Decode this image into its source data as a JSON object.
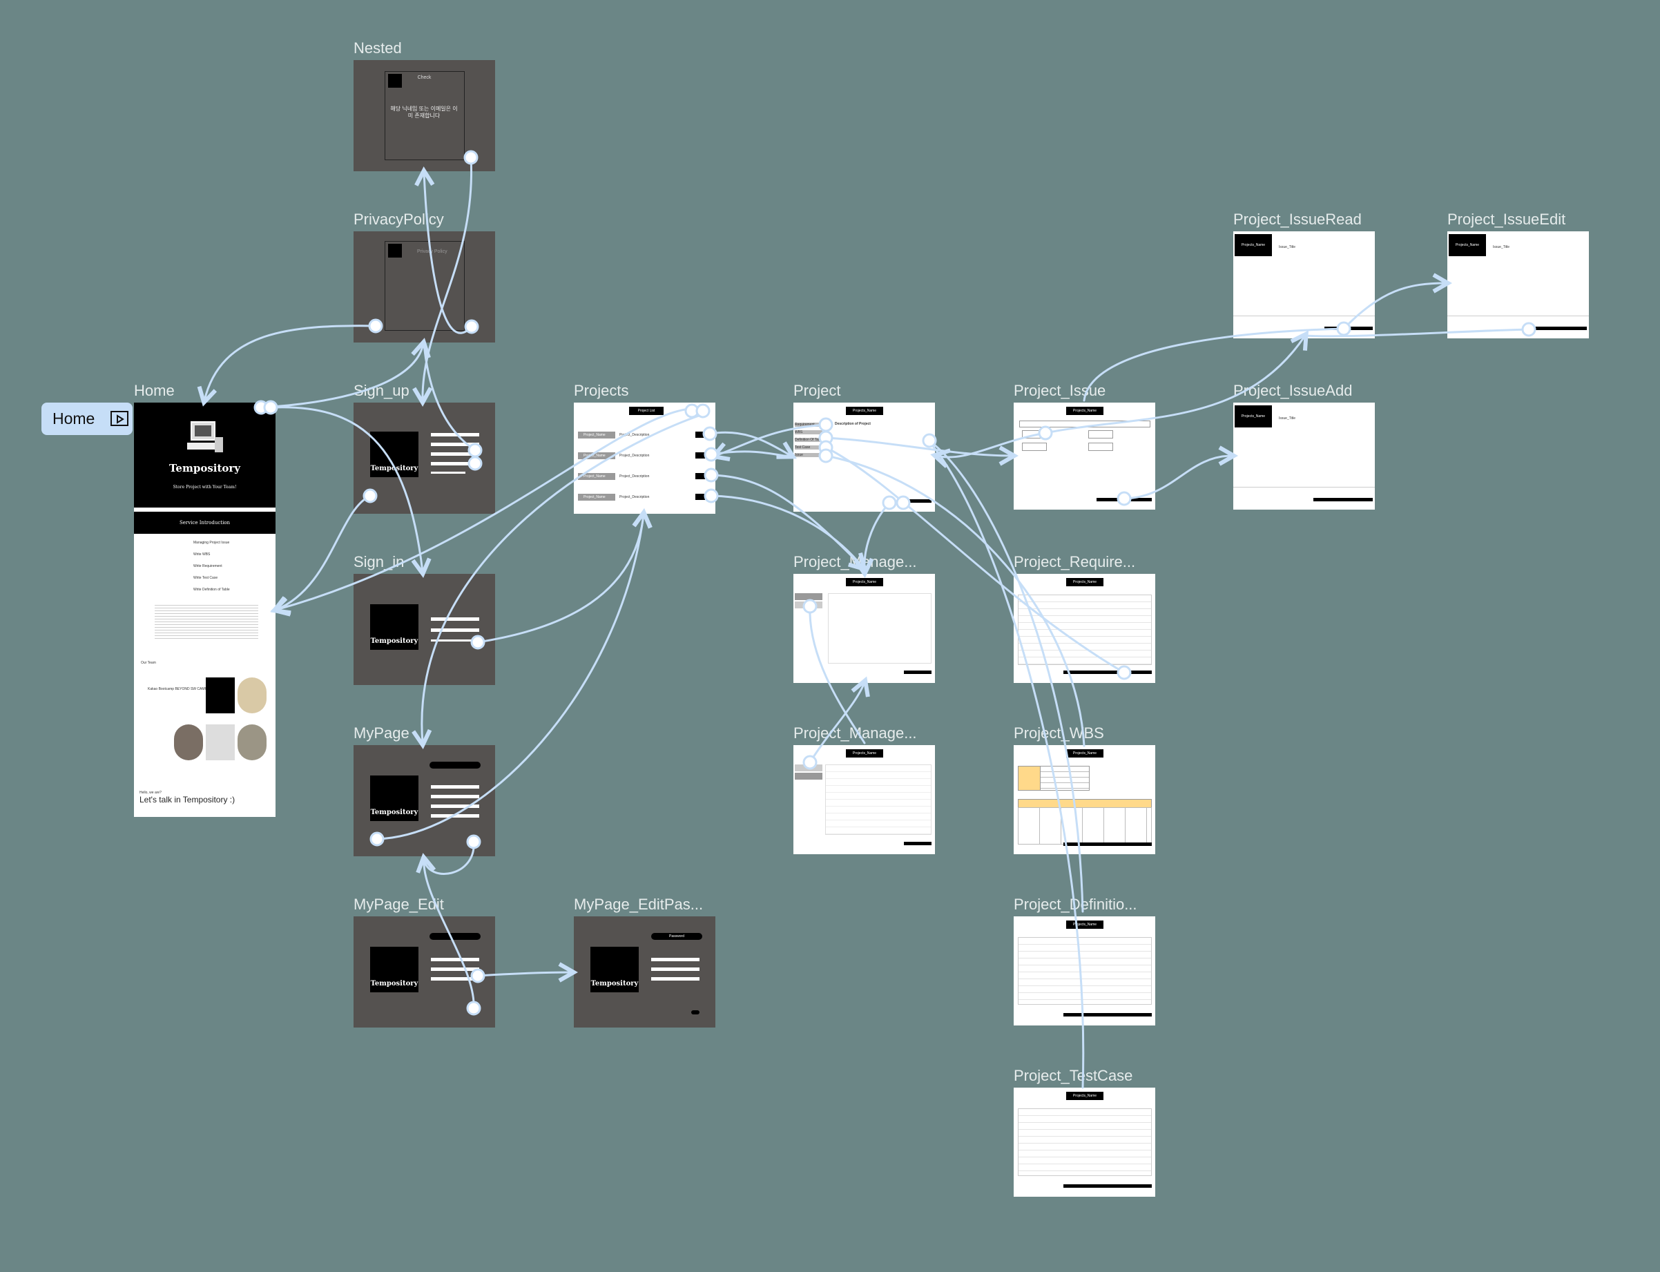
{
  "start_badge": {
    "label": "Home",
    "icon": "play-frame-icon"
  },
  "frames": {
    "home": "Home",
    "nested": "Nested",
    "privacy": "PrivacyPolicy",
    "sign_up": "Sign_up",
    "sign_in": "Sign_in",
    "mypage": "MyPage",
    "mypage_edit": "MyPage_Edit",
    "mypage_editpass": "MyPage_EditPas...",
    "projects": "Projects",
    "project": "Project",
    "project_manage1": "Project_Manage...",
    "project_manage2": "Project_Manage...",
    "project_issue": "Project_Issue",
    "project_require": "Project_Require...",
    "project_wbs": "Project_WBS",
    "project_definition": "Project_Definitio...",
    "project_testcase": "Project_TestCase",
    "project_issueread": "Project_IssueRead",
    "project_issueedit": "Project_IssueEdit",
    "project_issueadd": "Project_IssueAdd"
  },
  "home_content": {
    "brand": "Tempository",
    "tagline": "Store Project with Your Team!",
    "section": "Service Introduction",
    "features": [
      "Managing Project Issue",
      "Write WBS",
      "Write Requirement",
      "Write Test Case",
      "Write Definition of Table"
    ],
    "team_title": "Our Team",
    "team_desc": "Kakao Bootcamp BEYOND SW CAMP",
    "footer_small": "Hello, we are?",
    "footer_big": "Let's talk in Tempository :)"
  },
  "nested_content": {
    "title": "Check",
    "message": "해당 닉네임 또는 이메일은 이미 존재합니다"
  },
  "privacy_content": {
    "title": "Privacy Policy"
  },
  "brand_small": "Tempository",
  "projects_content": {
    "header": "Project List",
    "rows": [
      "Project_Name",
      "Project_Name",
      "Project_Name",
      "Project_Name"
    ],
    "row_descs": [
      "Project_Description",
      "Project_Description",
      "Project_Description",
      "Project_Description"
    ]
  },
  "project_header": "Projects_Name",
  "project_menu": [
    "Requirement",
    "WBS",
    "Definition Of Table",
    "Test Case",
    "Issue"
  ],
  "project_desc_title": "Description of Project",
  "mypage_editpass_header": "Password",
  "issue_content": {
    "title": "Issue_Title"
  },
  "colors": {
    "canvas": "#6b8686",
    "dark_frame": "#555250",
    "wire": "#c6def7",
    "badge": "#c6def7"
  }
}
